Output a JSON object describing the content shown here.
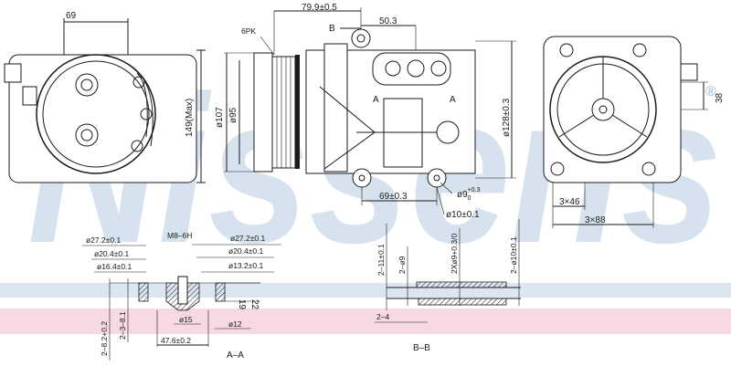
{
  "watermark": {
    "brand": "Nissens",
    "registered": "®",
    "colors": {
      "blue": "#b9cfe3",
      "pink": "#f3ccd6"
    }
  },
  "front_view": {
    "width_label": "69",
    "height_label": "149(Max)"
  },
  "side_view": {
    "belt_label": "6PK",
    "length_label": "79.9±0.5",
    "section_b_label": "B",
    "port_spacing_label": "50.3",
    "pulley_outer_label": "ø107",
    "pulley_inner_label": "ø95",
    "section_a_left": "A",
    "section_a_right": "A",
    "body_dia_label": "ø128±0.3",
    "mount_spacing_label": "69±0.3",
    "hole_dia_label": "ø9",
    "hole_tol_upper": "+0.3",
    "hole_tol_lower": "0",
    "boss_dia_label": "ø10±0.1"
  },
  "rear_view": {
    "offset_label": "38",
    "mount_small_label": "3×46",
    "mount_large_label": "3×88"
  },
  "section_aa": {
    "title": "A–A",
    "thread_label": "M8–6H",
    "left_dims": [
      "ø27.2±0.1",
      "ø20.4±0.1",
      "ø16.4±0.1"
    ],
    "right_dims": [
      "ø27.2±0.1",
      "ø20.4±0.1",
      "ø13.2±0.1"
    ],
    "depth_small": "19",
    "depth_large": "22",
    "vert_dim_1": "2–8.2+0.2",
    "vert_dim_2": "2–3–8.1",
    "bore_15": "ø15",
    "bore_12": "ø12",
    "center_distance": "47.6±0.2"
  },
  "section_bb": {
    "title": "B–B",
    "dim_1": "2–11±0.1",
    "dim_2": "2–ø9",
    "dim_3": "2Xø9+0.3/0",
    "dim_4": "2–ø10±0.1",
    "dim_5": "2–4"
  }
}
